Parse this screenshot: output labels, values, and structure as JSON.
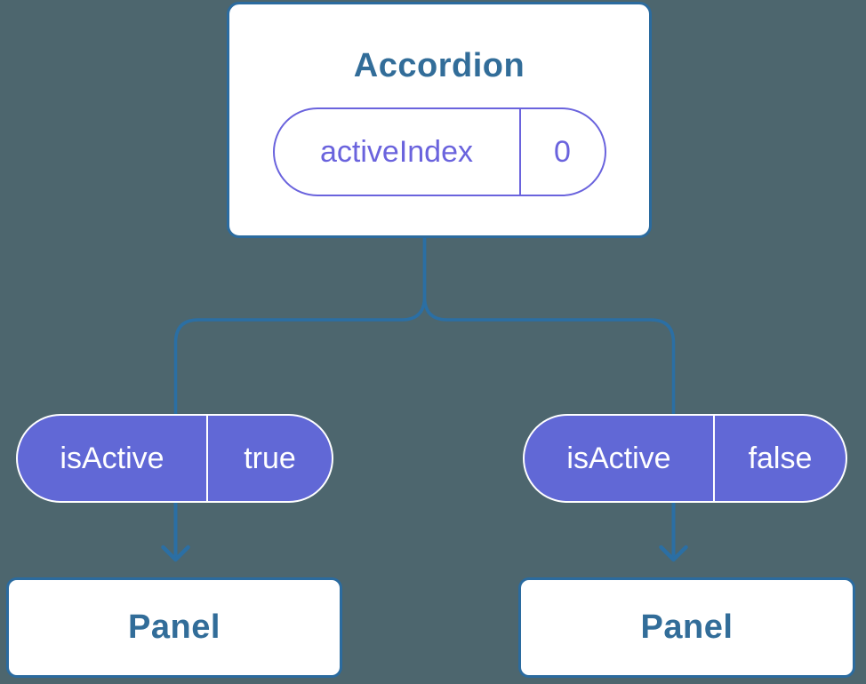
{
  "colors": {
    "bg": "#4d666e",
    "line": "#2b6fa4",
    "box-border": "#2b6b9f",
    "box-bg": "#ffffff",
    "blue-text": "#326d99",
    "purple": "#6a63dd",
    "purple-fill": "#6168d6",
    "white": "#ffffff"
  },
  "diagram": {
    "accordion": {
      "title": "Accordion",
      "state": {
        "label": "activeIndex",
        "value": "0"
      }
    },
    "props": [
      {
        "label": "isActive",
        "value": "true"
      },
      {
        "label": "isActive",
        "value": "false"
      }
    ],
    "panels": [
      {
        "title": "Panel"
      },
      {
        "title": "Panel"
      }
    ]
  }
}
